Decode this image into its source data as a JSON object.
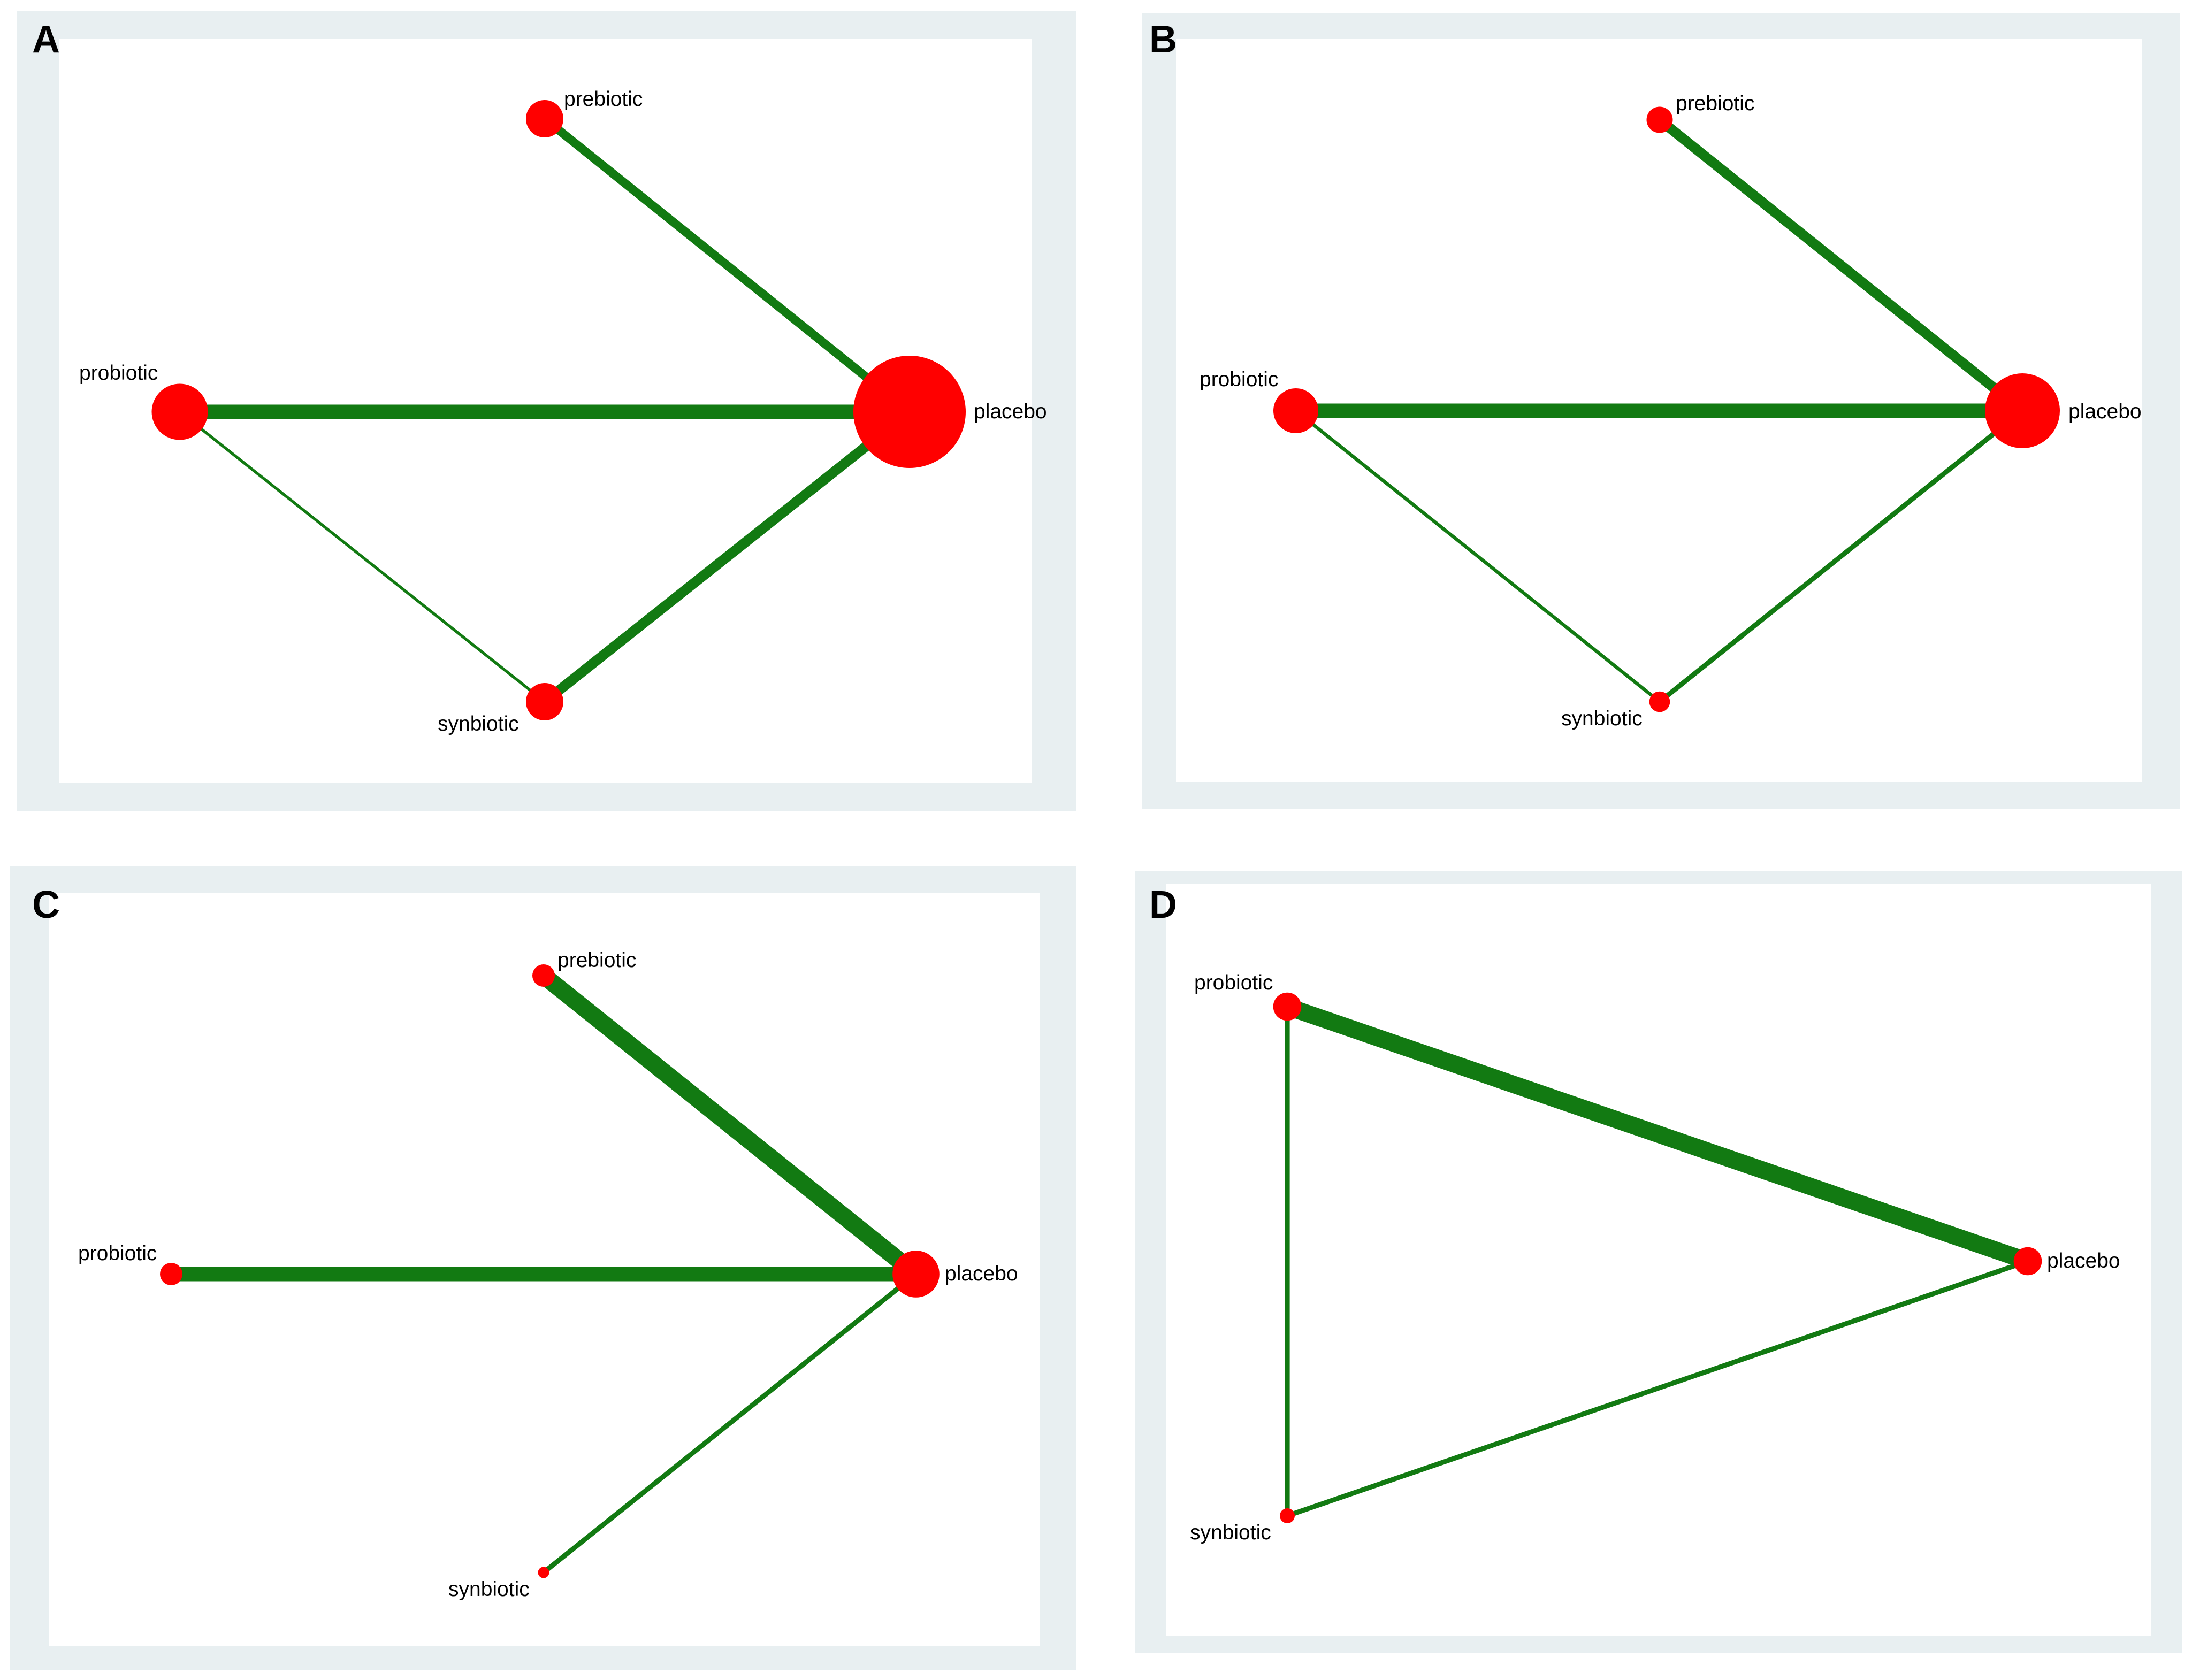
{
  "colors": {
    "frame": "#e8eff1",
    "plot_bg": "#ffffff",
    "node": "#ff0000",
    "edge": "#127a12",
    "text": "#000000"
  },
  "panels": [
    {
      "id": "A",
      "letter": "A",
      "nodes": [
        {
          "id": "prebiotic",
          "label": "prebiotic",
          "size": 2
        },
        {
          "id": "probiotic",
          "label": "probiotic",
          "size": 3
        },
        {
          "id": "placebo",
          "label": "placebo",
          "size": 6
        },
        {
          "id": "synbiotic",
          "label": "synbiotic",
          "size": 2
        }
      ],
      "edges": [
        {
          "from": "prebiotic",
          "to": "placebo",
          "weight": 3
        },
        {
          "from": "probiotic",
          "to": "placebo",
          "weight": 5
        },
        {
          "from": "placebo",
          "to": "synbiotic",
          "weight": 3.5
        },
        {
          "from": "probiotic",
          "to": "synbiotic",
          "weight": 1
        }
      ]
    },
    {
      "id": "B",
      "letter": "B",
      "nodes": [
        {
          "id": "prebiotic",
          "label": "prebiotic",
          "size": 1.4
        },
        {
          "id": "probiotic",
          "label": "probiotic",
          "size": 2.4
        },
        {
          "id": "placebo",
          "label": "placebo",
          "size": 4
        },
        {
          "id": "synbiotic",
          "label": "synbiotic",
          "size": 1.1
        }
      ],
      "edges": [
        {
          "from": "prebiotic",
          "to": "placebo",
          "weight": 3.5
        },
        {
          "from": "probiotic",
          "to": "placebo",
          "weight": 5
        },
        {
          "from": "placebo",
          "to": "synbiotic",
          "weight": 1.7
        },
        {
          "from": "probiotic",
          "to": "synbiotic",
          "weight": 1.2
        }
      ]
    },
    {
      "id": "C",
      "letter": "C",
      "nodes": [
        {
          "id": "prebiotic",
          "label": "prebiotic",
          "size": 1.2
        },
        {
          "id": "probiotic",
          "label": "probiotic",
          "size": 1.2
        },
        {
          "id": "placebo",
          "label": "placebo",
          "size": 2.5
        },
        {
          "id": "synbiotic",
          "label": "synbiotic",
          "size": 0.6
        }
      ],
      "edges": [
        {
          "from": "prebiotic",
          "to": "placebo",
          "weight": 6
        },
        {
          "from": "probiotic",
          "to": "placebo",
          "weight": 5
        },
        {
          "from": "placebo",
          "to": "synbiotic",
          "weight": 1.7
        }
      ]
    },
    {
      "id": "D",
      "letter": "D",
      "nodes": [
        {
          "id": "probiotic",
          "label": "probiotic",
          "size": 1.5
        },
        {
          "id": "placebo",
          "label": "placebo",
          "size": 1.5
        },
        {
          "id": "synbiotic",
          "label": "synbiotic",
          "size": 0.8
        }
      ],
      "edges": [
        {
          "from": "probiotic",
          "to": "placebo",
          "weight": 6
        },
        {
          "from": "probiotic",
          "to": "synbiotic",
          "weight": 1.7
        },
        {
          "from": "placebo",
          "to": "synbiotic",
          "weight": 1.7
        }
      ]
    }
  ]
}
